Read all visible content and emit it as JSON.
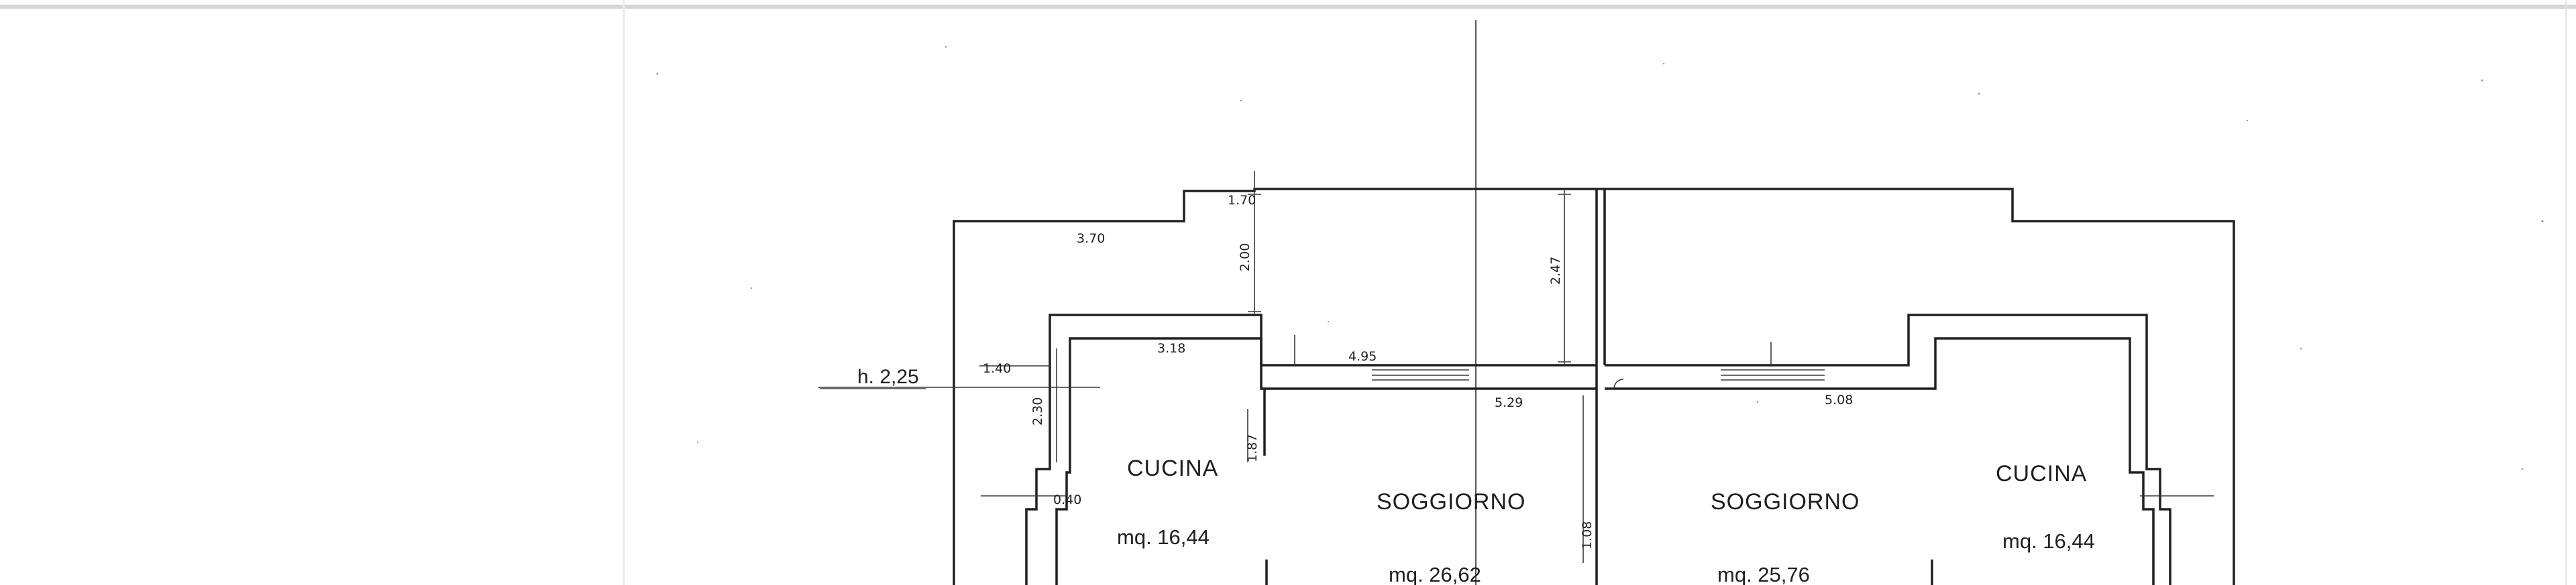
{
  "plan": {
    "height_label": "h. 2,25",
    "rooms": {
      "left_kitchen": {
        "name": "CUCINA",
        "area": "mq. 16,44"
      },
      "left_living": {
        "name": "SOGGIORNO",
        "area": "mq. 26,62"
      },
      "right_living": {
        "name": "SOGGIORNO",
        "area": "mq. 25,76"
      },
      "right_kitchen": {
        "name": "CUCINA",
        "area": "mq. 16,44"
      }
    },
    "dimensions": {
      "d_370": "3.70",
      "d_170": "1.70",
      "d_200": "2.00",
      "d_247": "2.47",
      "d_140": "1.40",
      "d_318": "3.18",
      "d_495": "4.95",
      "d_529": "5.29",
      "d_508": "5.08",
      "d_230": "2.30",
      "d_187": "1.87",
      "d_040": "0.40",
      "d_108": "1.08"
    }
  }
}
